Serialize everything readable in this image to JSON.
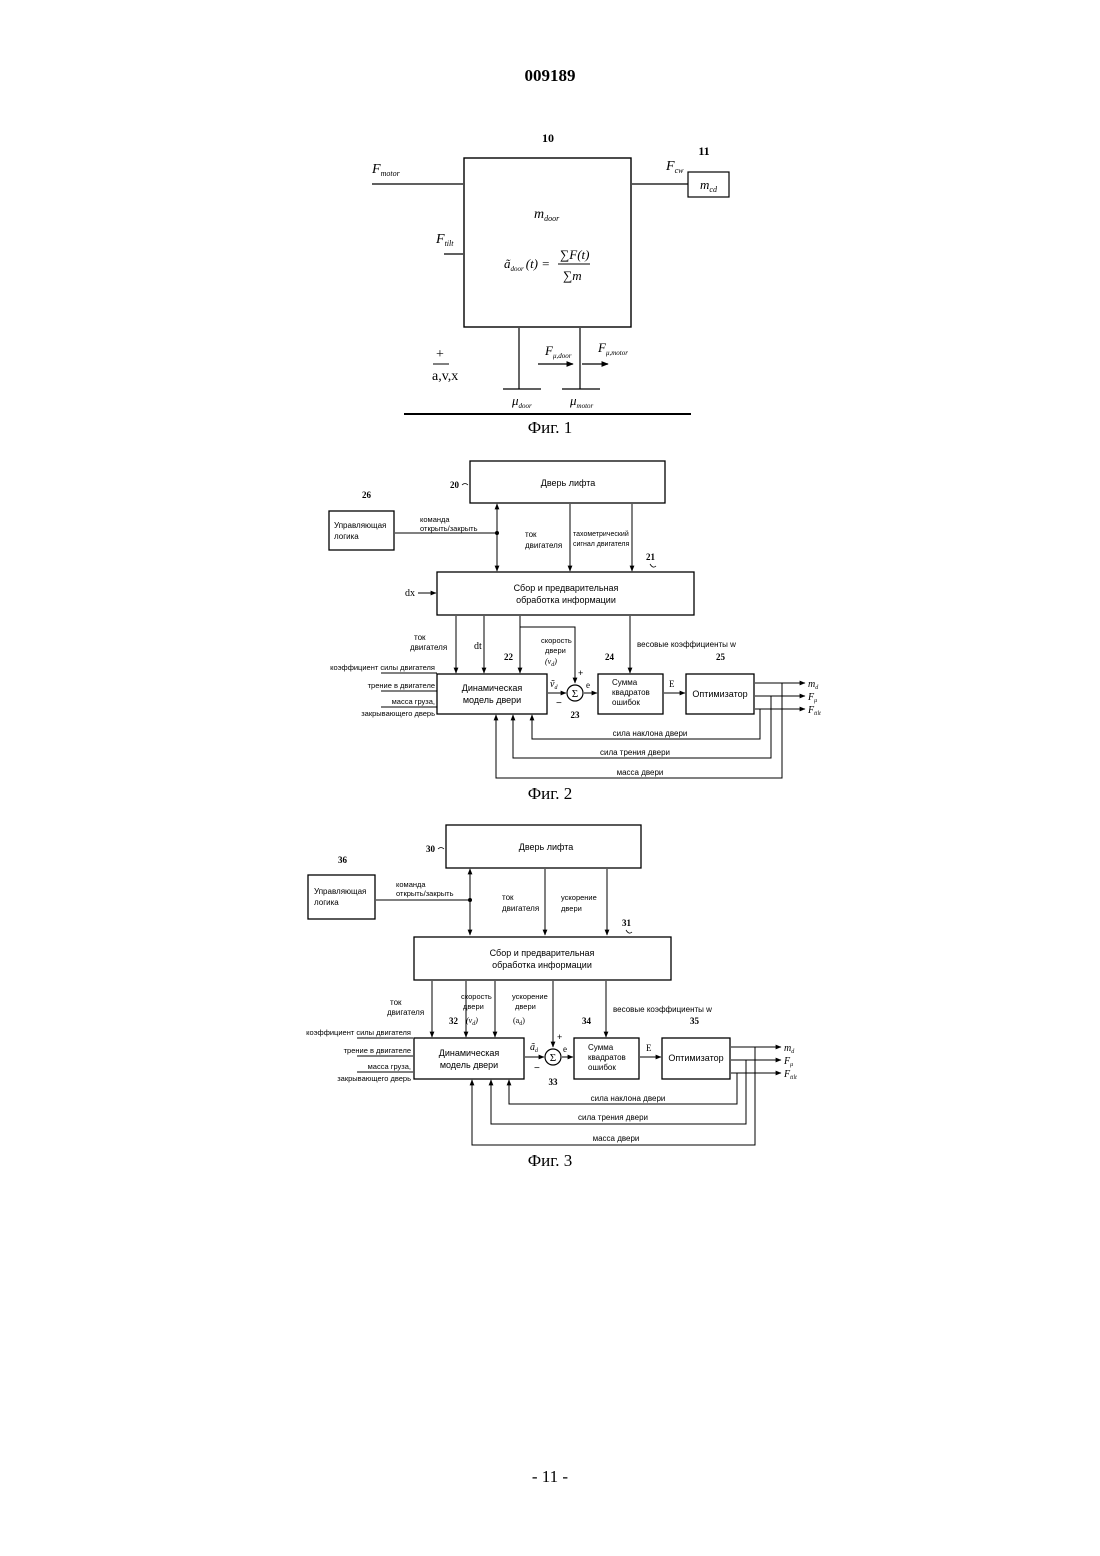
{
  "header": {
    "doc_number": "009189"
  },
  "footer": {
    "page": "- 11 -"
  },
  "fig1": {
    "caption": "Фиг. 1",
    "ref_block": "10",
    "ref_mass": "11",
    "f_motor": {
      "base": "F",
      "sub": "motor"
    },
    "f_cw": {
      "base": "F",
      "sub": "cw"
    },
    "f_tilt": {
      "base": "F",
      "sub": "tilt"
    },
    "m_door": {
      "base": "m",
      "sub": "door"
    },
    "m_cd": {
      "base": "m",
      "sub": "cd"
    },
    "a_door": {
      "base": "ã",
      "sub": "door",
      "arg": "(t) ="
    },
    "numerator": "∑F(t)",
    "denominator": "∑m",
    "f_mu_door": {
      "base": "F",
      "sub": "μ,door"
    },
    "f_mu_motor": {
      "base": "F",
      "sub": "μ,motor"
    },
    "mu_door": {
      "base": "μ",
      "sub": "door"
    },
    "mu_motor": {
      "base": "μ",
      "sub": "motor"
    },
    "plus": "+",
    "avx": "a,v,x"
  },
  "fig2": {
    "caption": "Фиг. 2",
    "ref_door": "20",
    "ref_collect": "21",
    "ref_model": "22",
    "ref_sum": "23",
    "ref_squares": "24",
    "ref_opt": "25",
    "ref_logic": "26",
    "door_label": "Дверь лифта",
    "logic_label": [
      "Управляющая",
      "логика"
    ],
    "cmd_label": [
      "команда",
      "открыть/закрыть"
    ],
    "current_label": [
      "ток",
      "двигателя"
    ],
    "tacho_label": [
      "тахометрический",
      "сигнал двигателя"
    ],
    "collect_label": [
      "Сбор и предварительная",
      "обработка информации"
    ],
    "dx": "dx",
    "dt": "dt",
    "current2_label": [
      "ток",
      "двигателя"
    ],
    "speed_label": [
      "скорость",
      "двери",
      "(v",
      "d",
      ")"
    ],
    "weights_label": "весовые коэффициенты w",
    "coef_label": "коэффициент силы двигателя",
    "friction_motor_label": "трение в двигателе",
    "mass_load_label": [
      "масса груза,",
      "закрывающего дверь"
    ],
    "model_label": [
      "Динамическая",
      "модель двери"
    ],
    "v_est": {
      "base": "ṽ",
      "sub": "d"
    },
    "sigma": "Σ",
    "plus": "+",
    "minus": "−",
    "e": "e",
    "E": "E",
    "squares_label": [
      "Сумма",
      "квадратов",
      "ошибок"
    ],
    "opt_label": "Оптимизатор",
    "out_m": {
      "base": "m",
      "sub": "d"
    },
    "out_fmu": {
      "base": "F",
      "sub": "μ"
    },
    "out_ftilt": {
      "base": "F",
      "sub": "tilt"
    },
    "fb_tilt": "сила наклона двери",
    "fb_friction": "сила трения двери",
    "fb_mass": "масса двери"
  },
  "fig3": {
    "caption": "Фиг. 3",
    "ref_door": "30",
    "ref_collect": "31",
    "ref_model": "32",
    "ref_sum": "33",
    "ref_squares": "34",
    "ref_opt": "35",
    "ref_logic": "36",
    "door_label": "Дверь лифта",
    "logic_label": [
      "Управляющая",
      "логика"
    ],
    "cmd_label": [
      "команда",
      "открыть/закрыть"
    ],
    "current_label": [
      "ток",
      "двигателя"
    ],
    "accel_label": [
      "ускорение",
      "двери"
    ],
    "collect_label": [
      "Сбор и предварительная",
      "обработка информации"
    ],
    "current2_label": [
      "ток",
      "двигателя"
    ],
    "speed_label": [
      "скорость",
      "двери",
      "(v",
      "d",
      ")"
    ],
    "accel2_label": [
      "ускорение",
      "двери",
      "(a",
      "d",
      ")"
    ],
    "weights_label": "весовые коэффициенты w",
    "coef_label": "коэффициент силы двигателя",
    "friction_motor_label": "трение в двигателе",
    "mass_load_label": [
      "масса груза,",
      "закрывающего дверь"
    ],
    "model_label": [
      "Динамическая",
      "модель двери"
    ],
    "a_est": {
      "base": "ã",
      "sub": "d"
    },
    "sigma": "Σ",
    "plus": "+",
    "minus": "−",
    "e": "e",
    "E": "E",
    "squares_label": [
      "Сумма",
      "квадратов",
      "ошибок"
    ],
    "opt_label": "Оптимизатор",
    "out_m": {
      "base": "m",
      "sub": "d"
    },
    "out_fmu": {
      "base": "F",
      "sub": "μ"
    },
    "out_ftilt": {
      "base": "F",
      "sub": "tilt"
    },
    "fb_tilt": "сила наклона двери",
    "fb_friction": "сила трения двери",
    "fb_mass": "масса двери"
  }
}
